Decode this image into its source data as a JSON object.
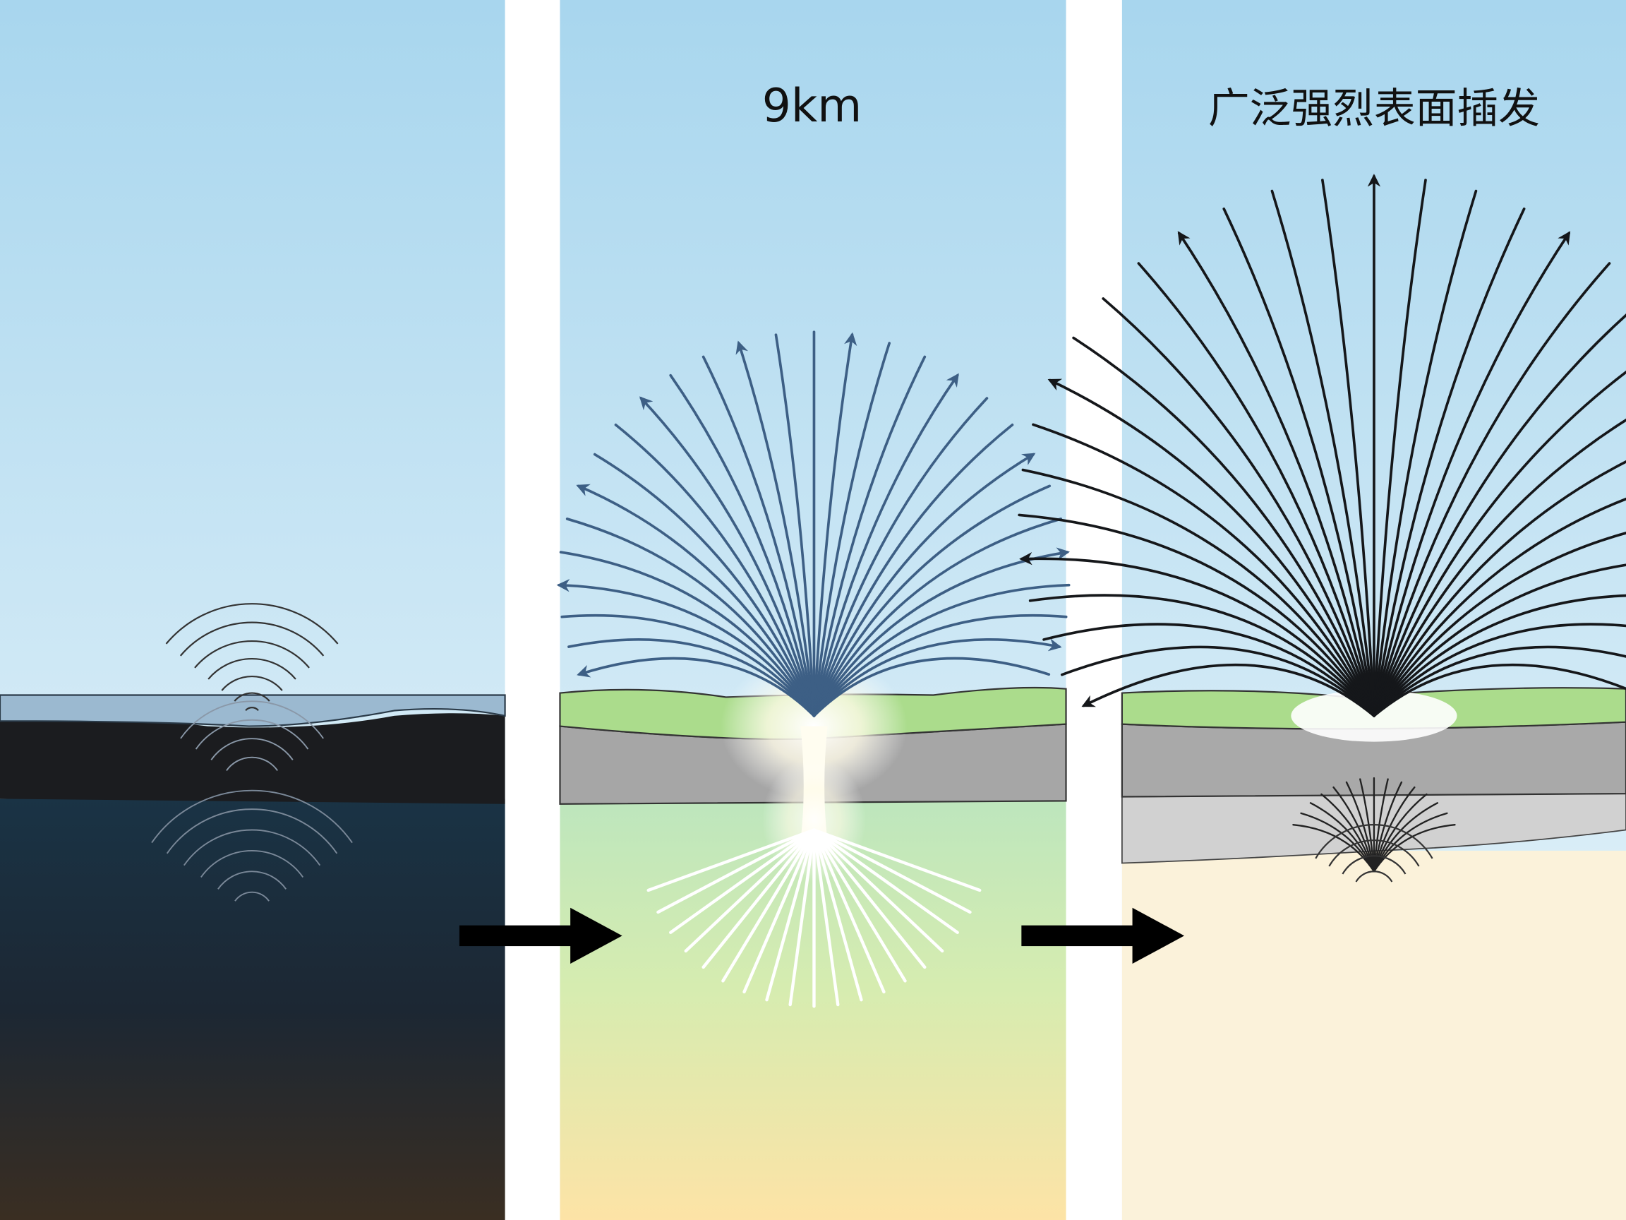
{
  "panels": [
    {
      "id": "stage-1",
      "label": ""
    },
    {
      "id": "stage-2",
      "label": "9km"
    },
    {
      "id": "stage-3",
      "label": "广泛强烈表面插发"
    }
  ],
  "colors": {
    "sky_top": "#a8d6ee",
    "sky_bottom": "#eef7fb",
    "ray_blue": "#3d5f85",
    "ray_black": "#15171a",
    "arrow": "#000000"
  }
}
